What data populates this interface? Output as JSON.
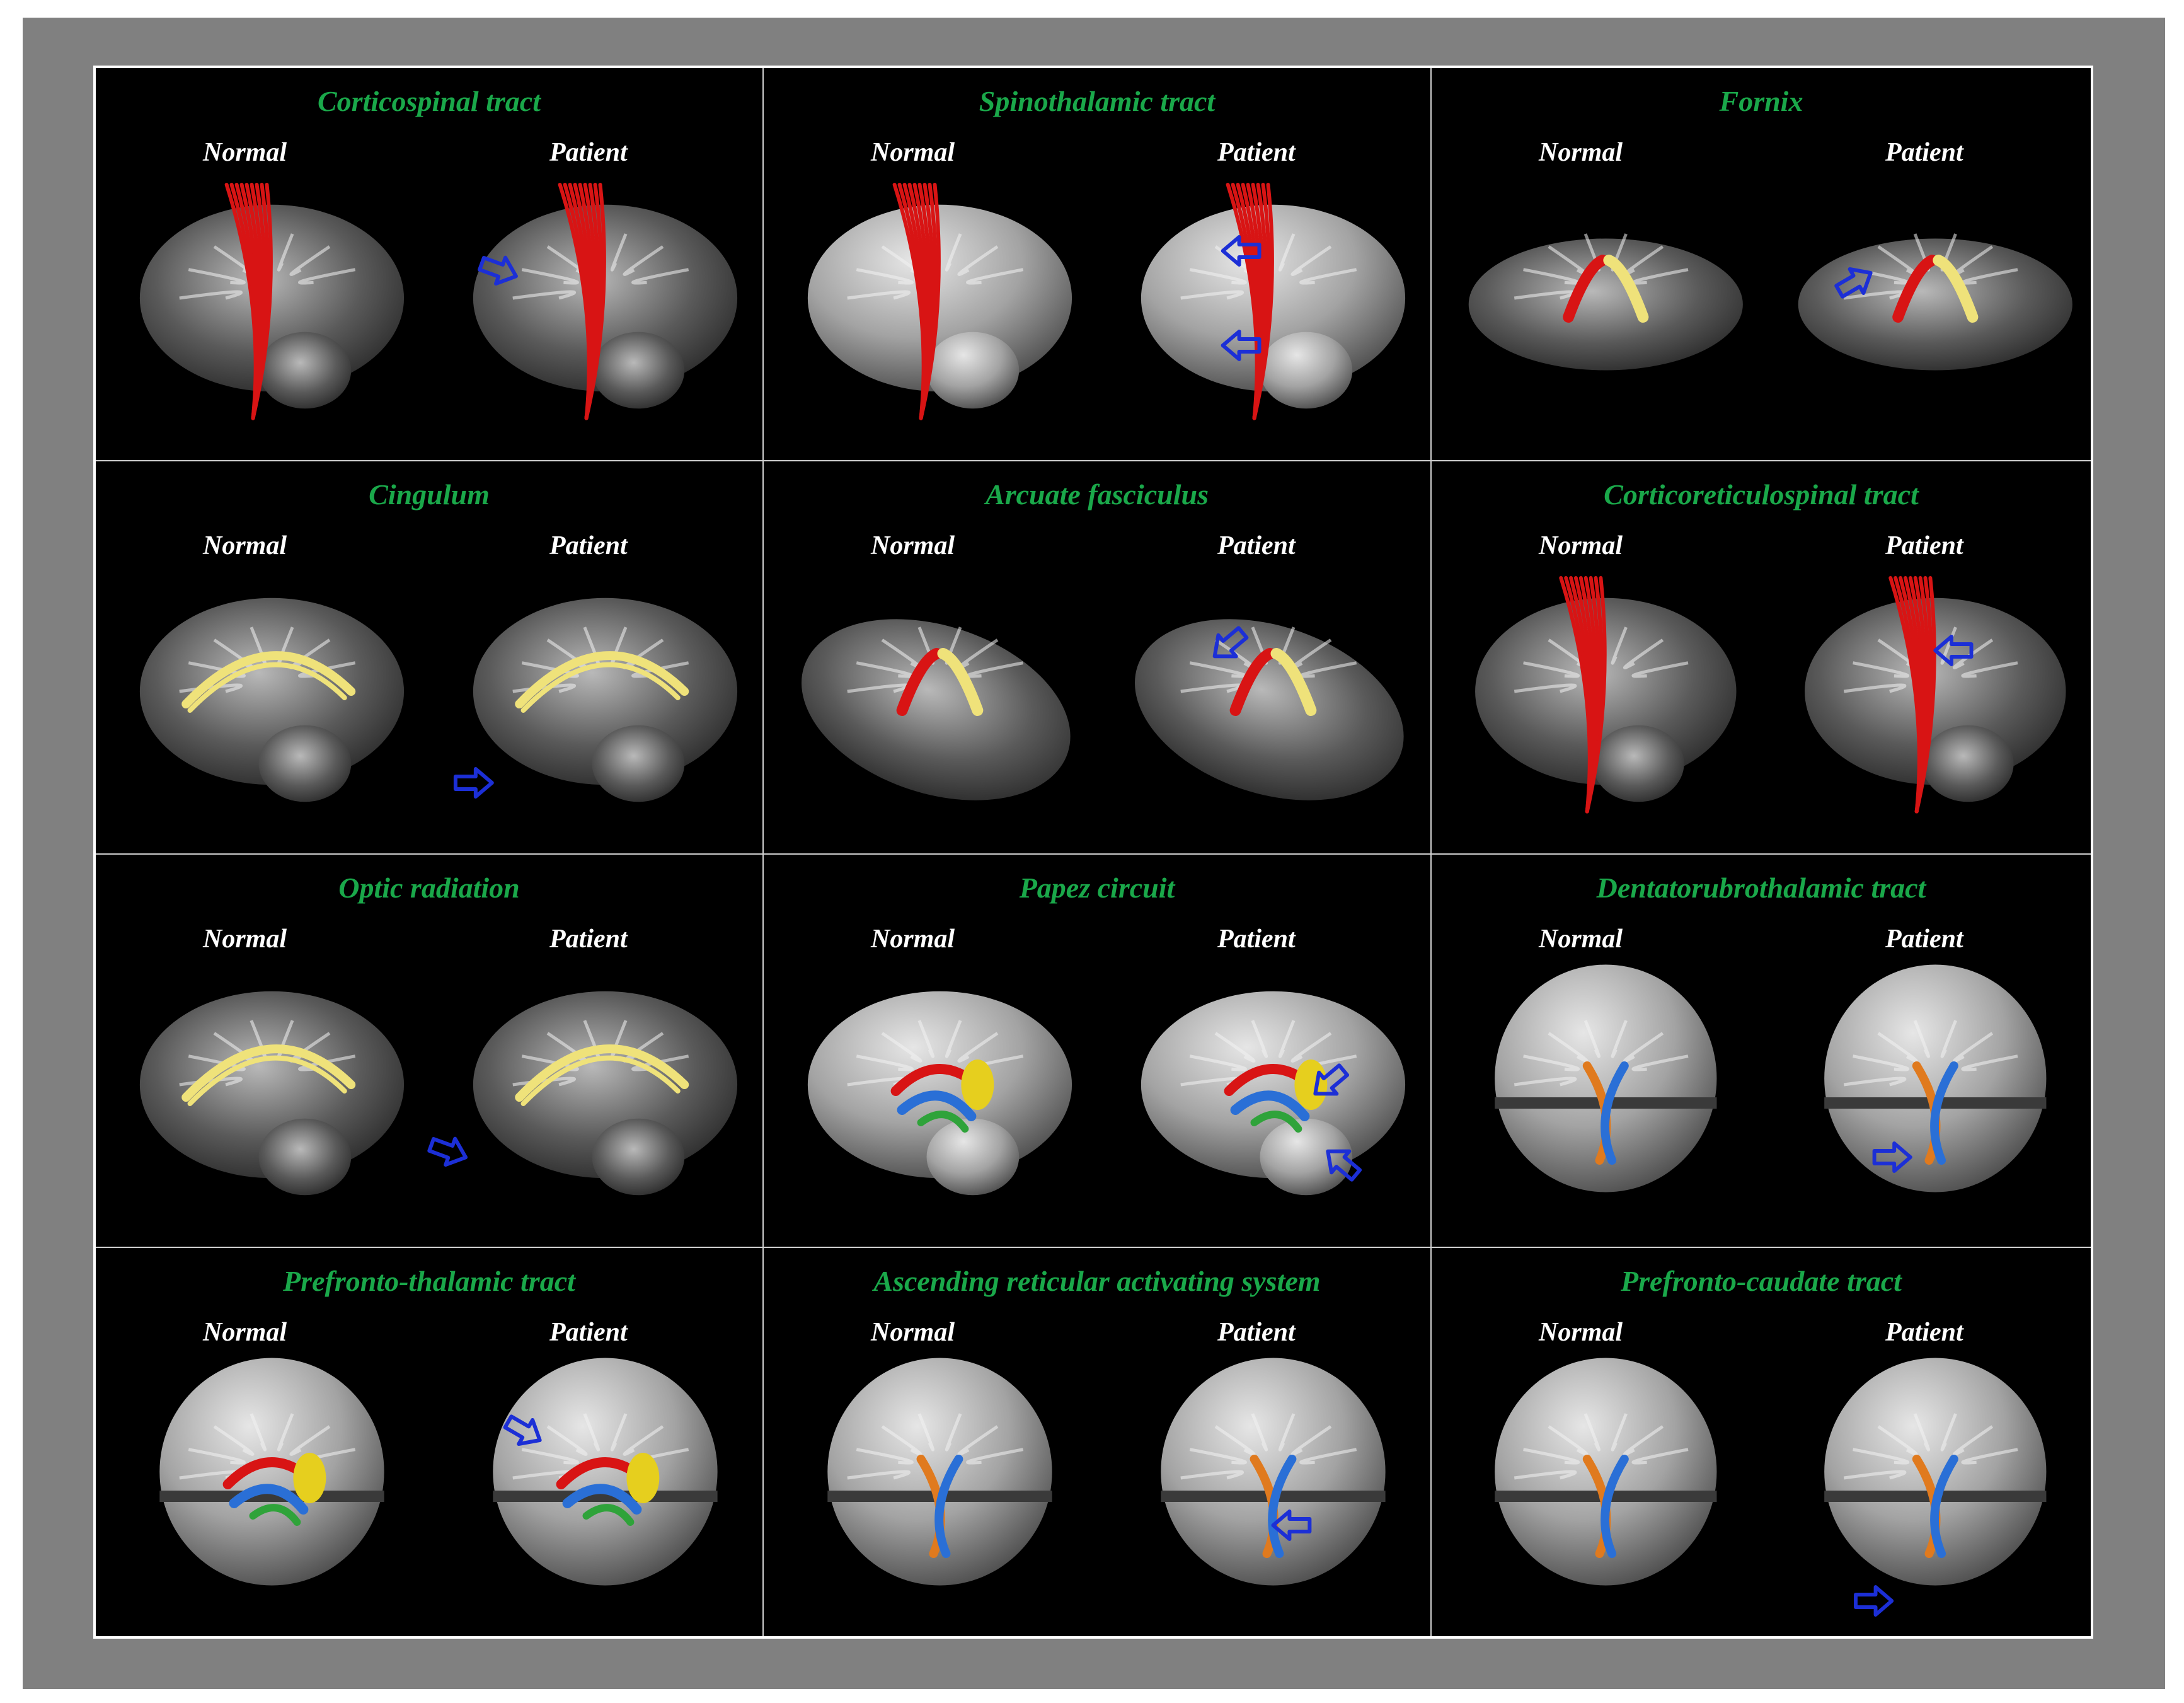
{
  "colors": {
    "title_green": "#1aa84a",
    "label_white": "#ffffff",
    "arrow_blue": "#1c2fd6",
    "tract_red": "#d81414",
    "tract_yellow": "#efe27a",
    "tract_blue": "#2a6fd6",
    "tract_orange": "#e07a1e",
    "tract_green": "#2fa33a"
  },
  "panels": [
    {
      "title": "Corticospinal tract",
      "normal_label": "Normal",
      "patient_label": "Patient",
      "view": "sagittal",
      "tract_color": "red"
    },
    {
      "title": "Spinothalamic tract",
      "normal_label": "Normal",
      "patient_label": "Patient",
      "view": "sagittal-3d",
      "tract_color": "red"
    },
    {
      "title": "Fornix",
      "normal_label": "Normal",
      "patient_label": "Patient",
      "view": "axial",
      "tract_color": "red-yellow"
    },
    {
      "title": "Cingulum",
      "normal_label": "Normal",
      "patient_label": "Patient",
      "view": "sagittal",
      "tract_color": "yellow"
    },
    {
      "title": "Arcuate fasciculus",
      "normal_label": "Normal",
      "patient_label": "Patient",
      "view": "oblique",
      "tract_color": "red-yellow"
    },
    {
      "title": "Corticoreticulospinal tract",
      "normal_label": "Normal",
      "patient_label": "Patient",
      "view": "sagittal",
      "tract_color": "red"
    },
    {
      "title": "Optic radiation",
      "normal_label": "Normal",
      "patient_label": "Patient",
      "view": "sagittal",
      "tract_color": "yellow"
    },
    {
      "title": "Papez circuit",
      "normal_label": "Normal",
      "patient_label": "Patient",
      "view": "sagittal-3d",
      "tract_color": "multi"
    },
    {
      "title": "Dentatorubrothalamic tract",
      "normal_label": "Normal",
      "patient_label": "Patient",
      "view": "posterior-3d",
      "tract_color": "orange-blue"
    },
    {
      "title": "Prefronto-thalamic tract",
      "normal_label": "Normal",
      "patient_label": "Patient",
      "view": "coronal-3d",
      "tract_color": "multi"
    },
    {
      "title": "Ascending reticular activating system",
      "normal_label": "Normal",
      "patient_label": "Patient",
      "view": "posterior-3d",
      "tract_color": "orange-blue"
    },
    {
      "title": "Prefronto-caudate tract",
      "normal_label": "Normal",
      "patient_label": "Patient",
      "view": "posterior-3d",
      "tract_color": "orange-blue"
    }
  ]
}
